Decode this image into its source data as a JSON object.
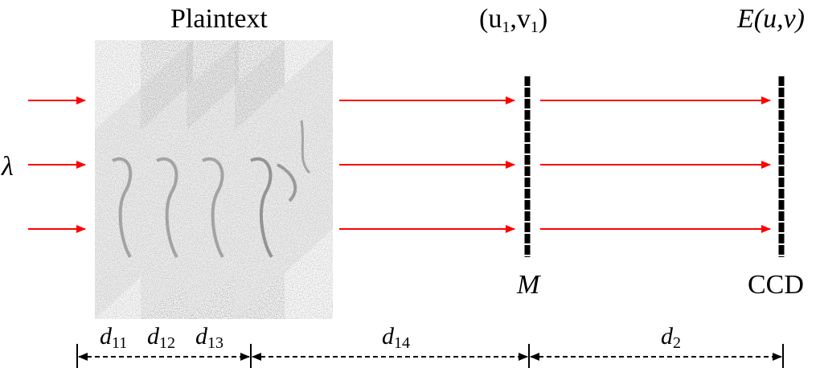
{
  "title": "Plaintext",
  "source": {
    "symbol": "λ"
  },
  "mask": {
    "coord": "(u",
    "coord_sub1": "1",
    "coord_mid": ",v",
    "coord_sub2": "1",
    "coord_end": ")",
    "label": "M"
  },
  "ccd": {
    "field": "E(u,v)",
    "label": "CCD"
  },
  "distances": {
    "d11": {
      "base": "d",
      "sub": "11"
    },
    "d12": {
      "base": "d",
      "sub": "12"
    },
    "d13": {
      "base": "d",
      "sub": "13"
    },
    "d14": {
      "base": "d",
      "sub": "14"
    },
    "d2": {
      "base": "d",
      "sub": "2"
    }
  },
  "colors": {
    "beam": "#ff0000",
    "line": "#000000",
    "speckle": "#b8b8b8"
  }
}
